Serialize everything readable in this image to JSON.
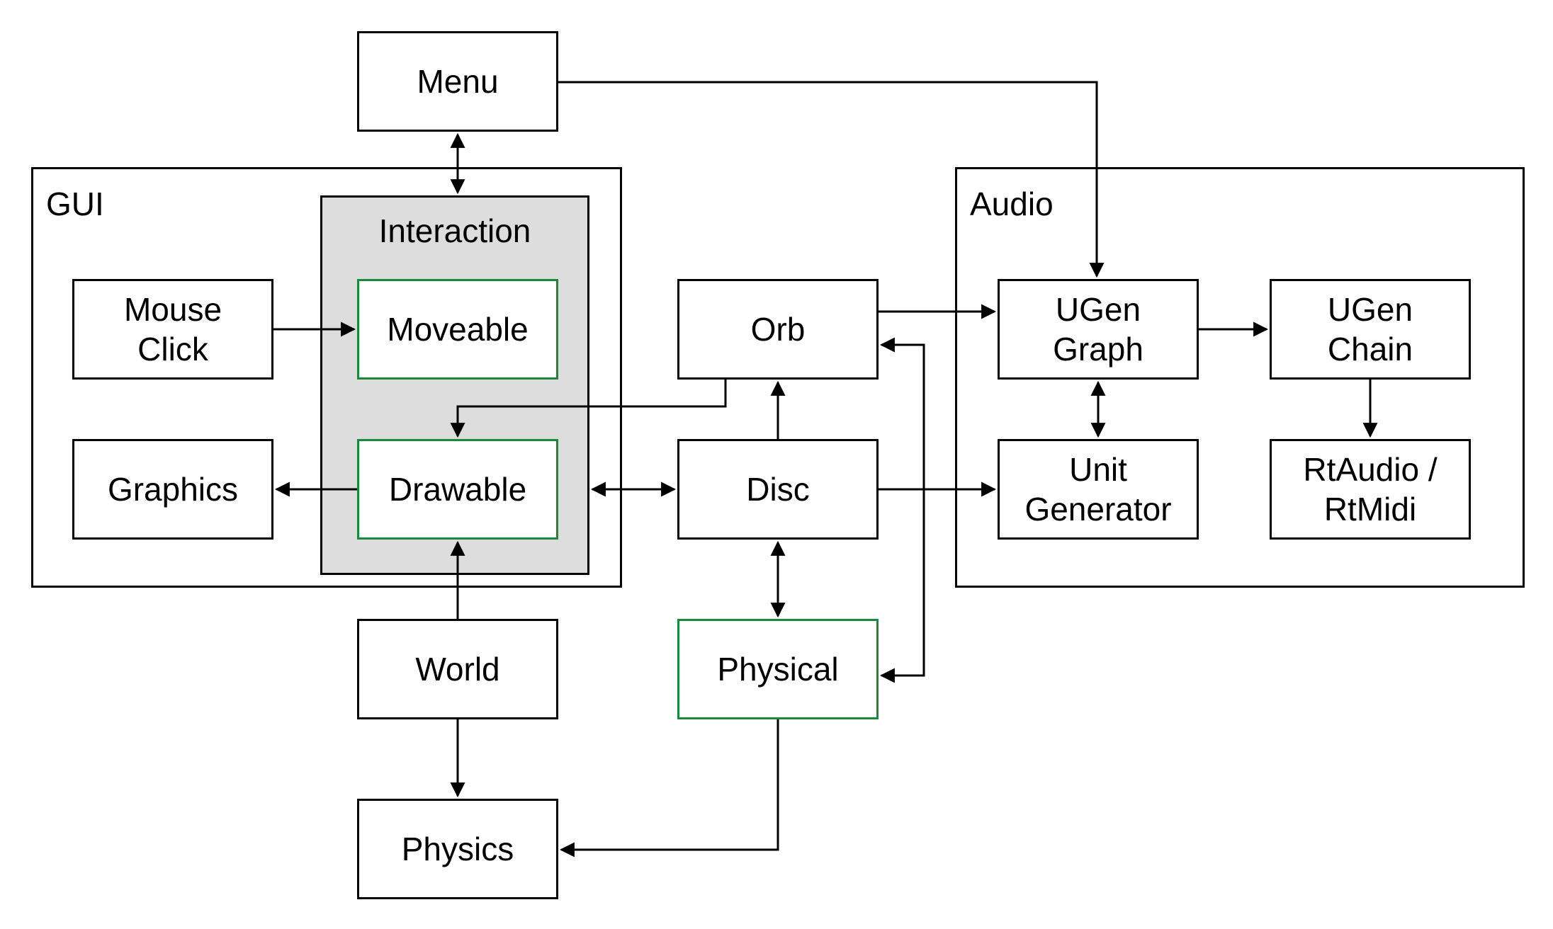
{
  "groups": {
    "gui": "GUI",
    "audio": "Audio",
    "interaction": "Interaction"
  },
  "nodes": {
    "menu": "Menu",
    "mouse_click": "Mouse\nClick",
    "moveable": "Moveable",
    "graphics": "Graphics",
    "drawable": "Drawable",
    "orb": "Orb",
    "disc": "Disc",
    "world": "World",
    "physical": "Physical",
    "physics": "Physics",
    "ugen_graph": "UGen\nGraph",
    "ugen_chain": "UGen\nChain",
    "unit_generator": "Unit\nGenerator",
    "rtaudio_rtmidi": "RtAudio /\nRtMidi"
  },
  "colors": {
    "stroke": "#000000",
    "interaction_fill": "#dddddd",
    "highlight_border": "#1a8a3a"
  }
}
